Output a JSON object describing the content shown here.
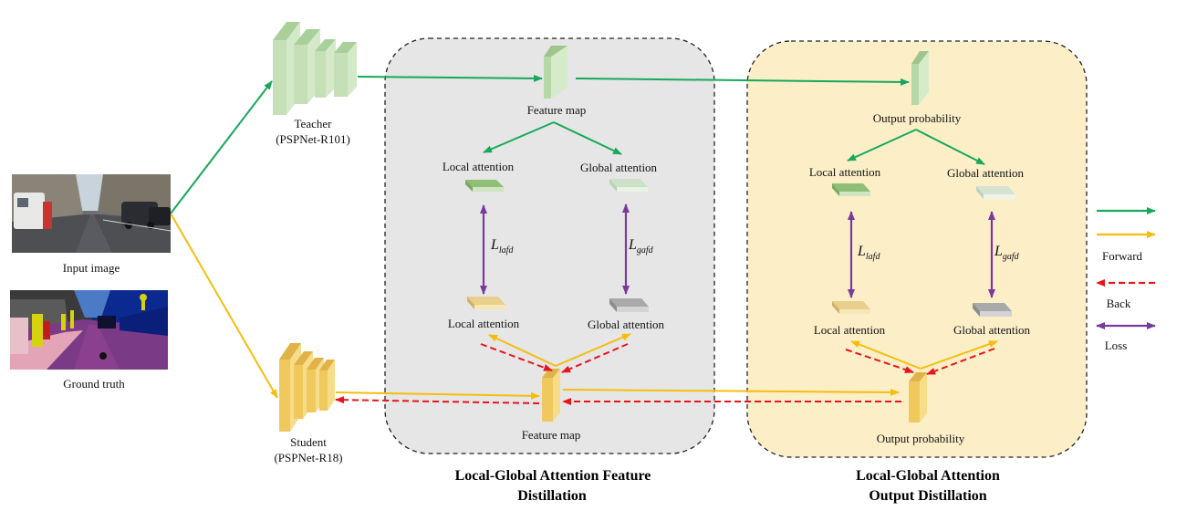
{
  "inputs": {
    "input_image_label": "Input image",
    "ground_truth_label": "Ground truth"
  },
  "teacher": {
    "name": "Teacher",
    "model": "(PSPNet-R101)"
  },
  "student": {
    "name": "Student",
    "model": "(PSPNet-R18)"
  },
  "feature_panel": {
    "title_line1": "Local-Global Attention Feature",
    "title_line2": "Distillation",
    "top_label": "Feature map",
    "bottom_label": "Feature map",
    "teacher_local": "Local attention",
    "teacher_global": "Global attention",
    "student_local": "Local attention",
    "student_global": "Global attention",
    "loss_local_main": "L",
    "loss_local_sub": "lafd",
    "loss_global_main": "L",
    "loss_global_sub": "gafd"
  },
  "output_panel": {
    "title_line1": "Local-Global Attention",
    "title_line2": "Output Distillation",
    "top_label": "Output probability",
    "bottom_label": "Output probability",
    "teacher_local": "Local attention",
    "teacher_global": "Global attention",
    "student_local": "Local attention",
    "student_global": "Global attention",
    "loss_local_main": "L",
    "loss_local_sub": "lafd",
    "loss_global_main": "L",
    "loss_global_sub": "gafd"
  },
  "legend": {
    "forward": "Forward",
    "back": "Back",
    "loss": "Loss"
  },
  "colors": {
    "teacher_arrow": "#17a85a",
    "student_arrow": "#f5bd0f",
    "back_arrow": "#e8141b",
    "loss_arrow": "#7a3a9c",
    "feature_panel_bg": "#e6e6e6",
    "output_panel_bg": "#fcefc8",
    "teacher_block": "#bcdcad",
    "student_block": "#f1cc62"
  }
}
